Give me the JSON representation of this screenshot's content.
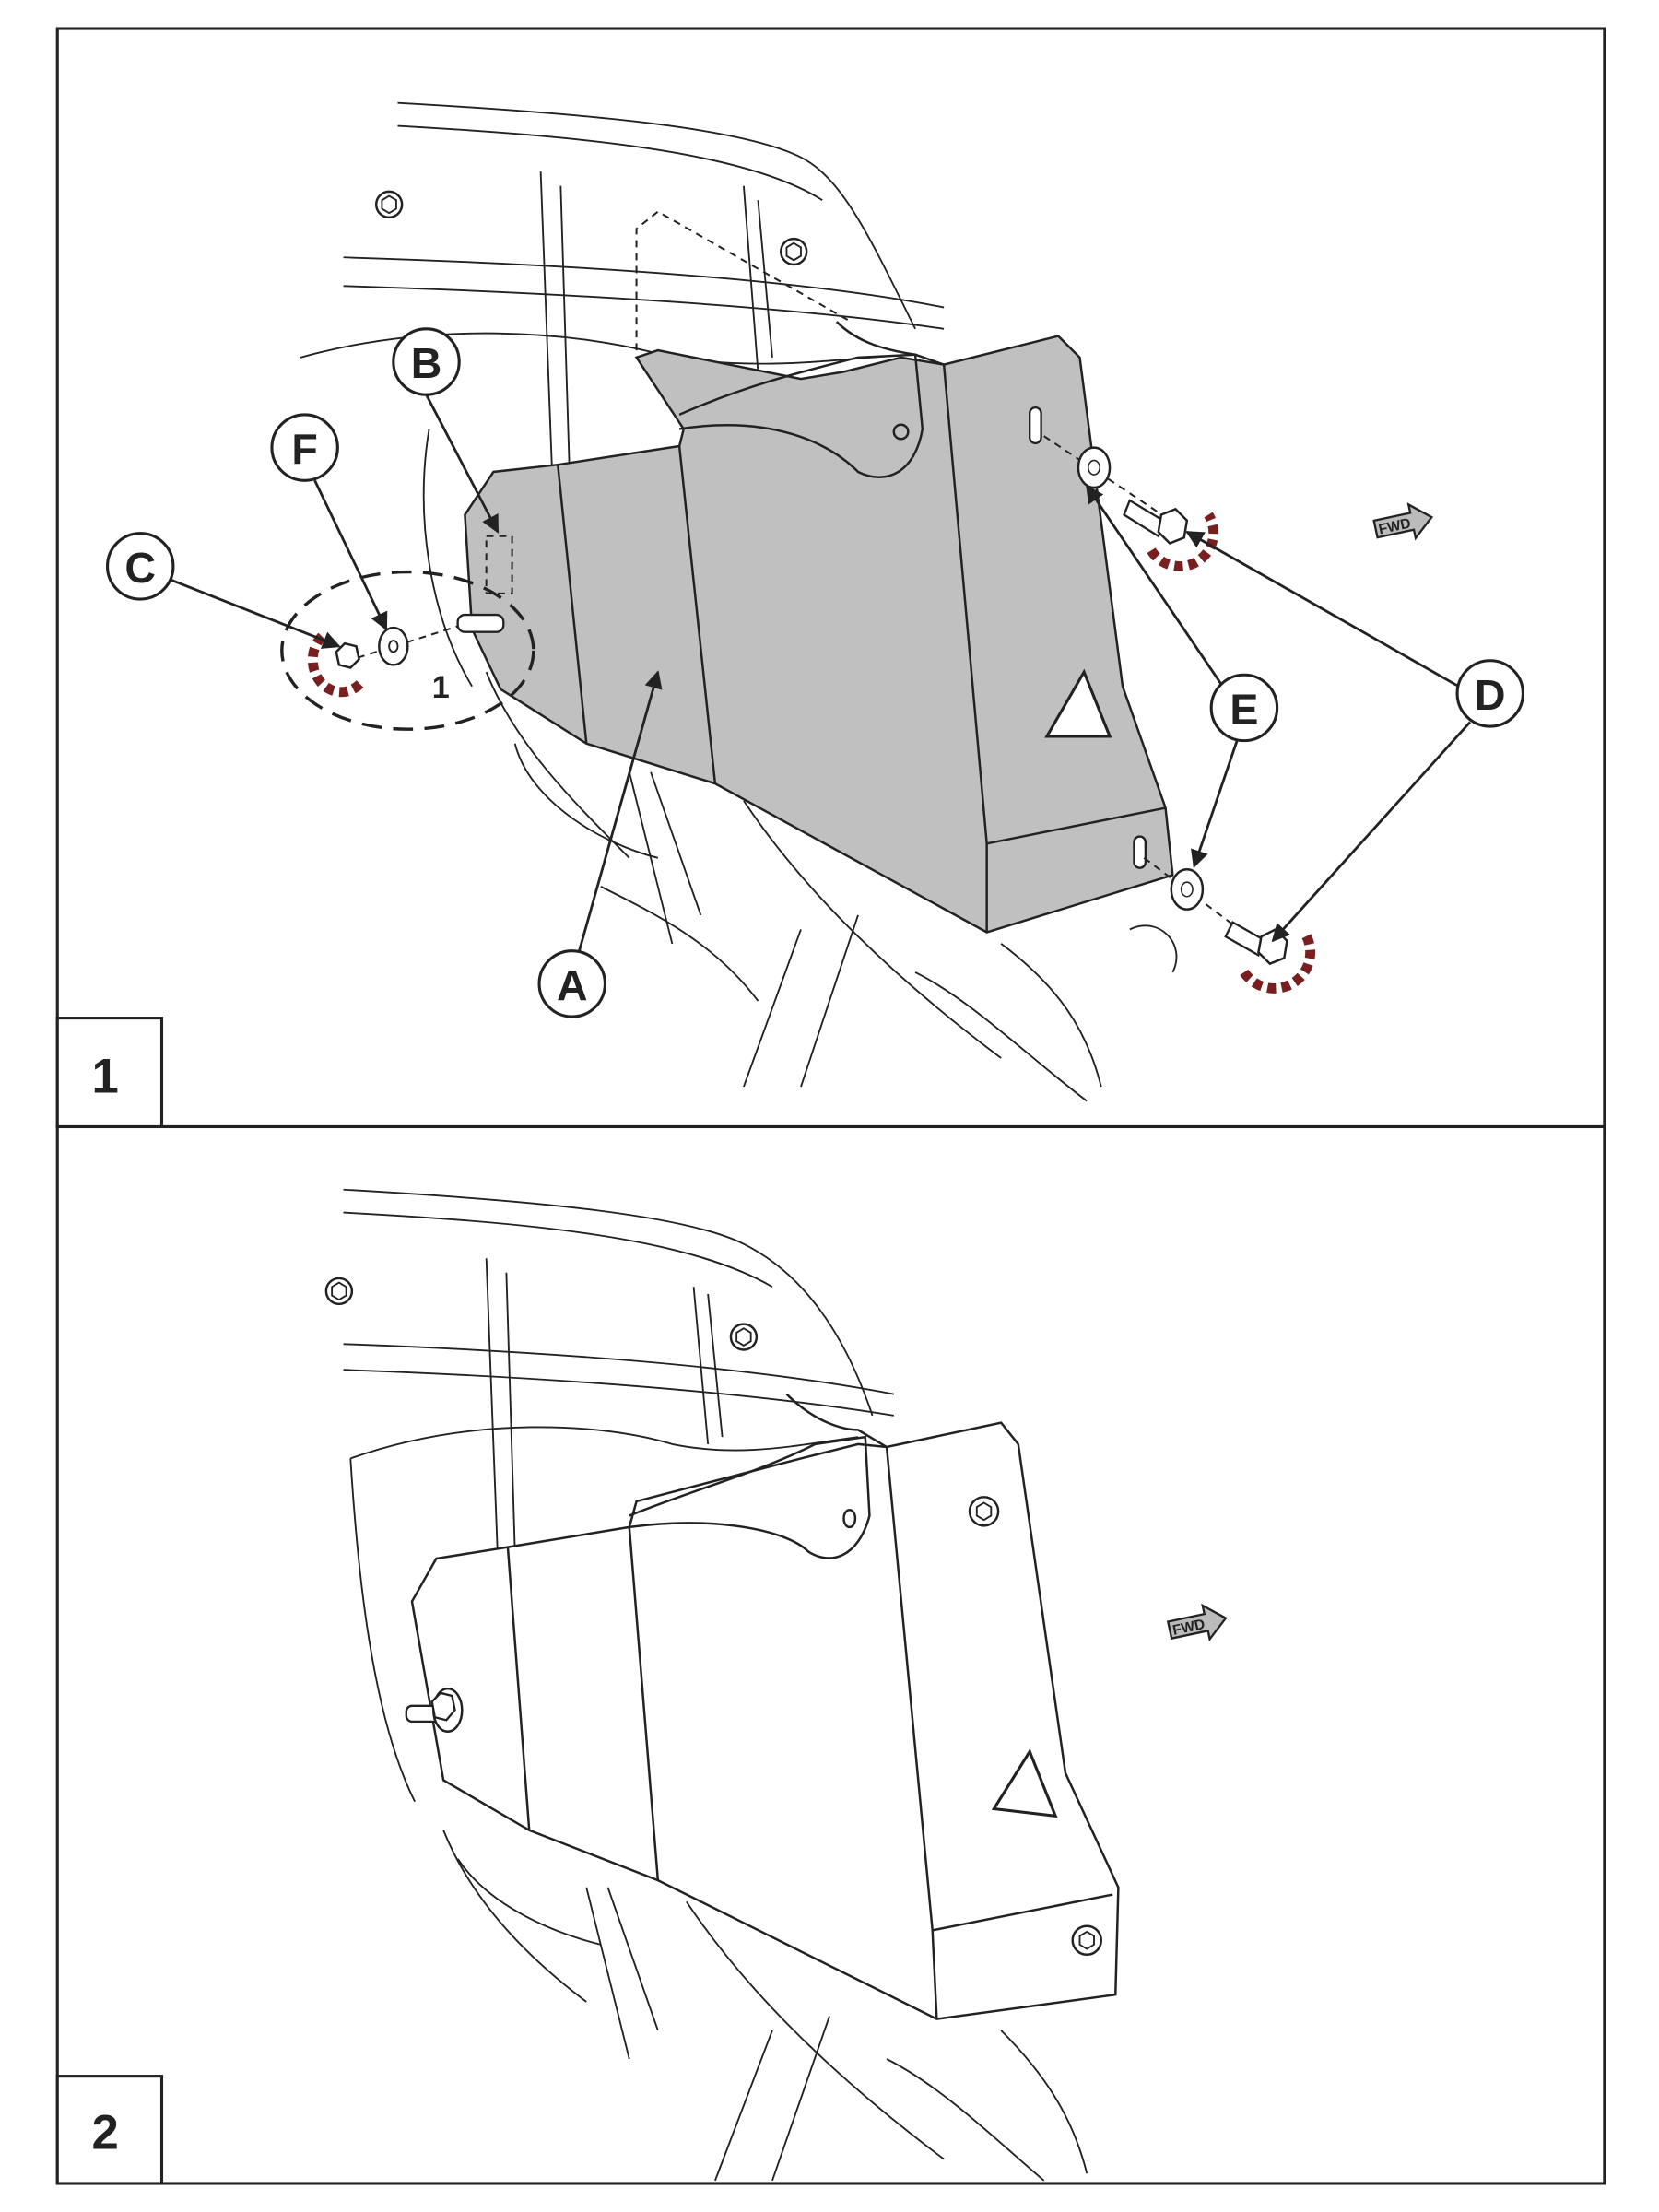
{
  "steps": [
    {
      "number": "1",
      "callouts": {
        "A": "A",
        "B": "B",
        "C": "C",
        "D": "D",
        "E": "E",
        "F": "F"
      },
      "sub_step_label": "1",
      "direction_label": "FWD"
    },
    {
      "number": "2",
      "direction_label": "FWD"
    }
  ]
}
